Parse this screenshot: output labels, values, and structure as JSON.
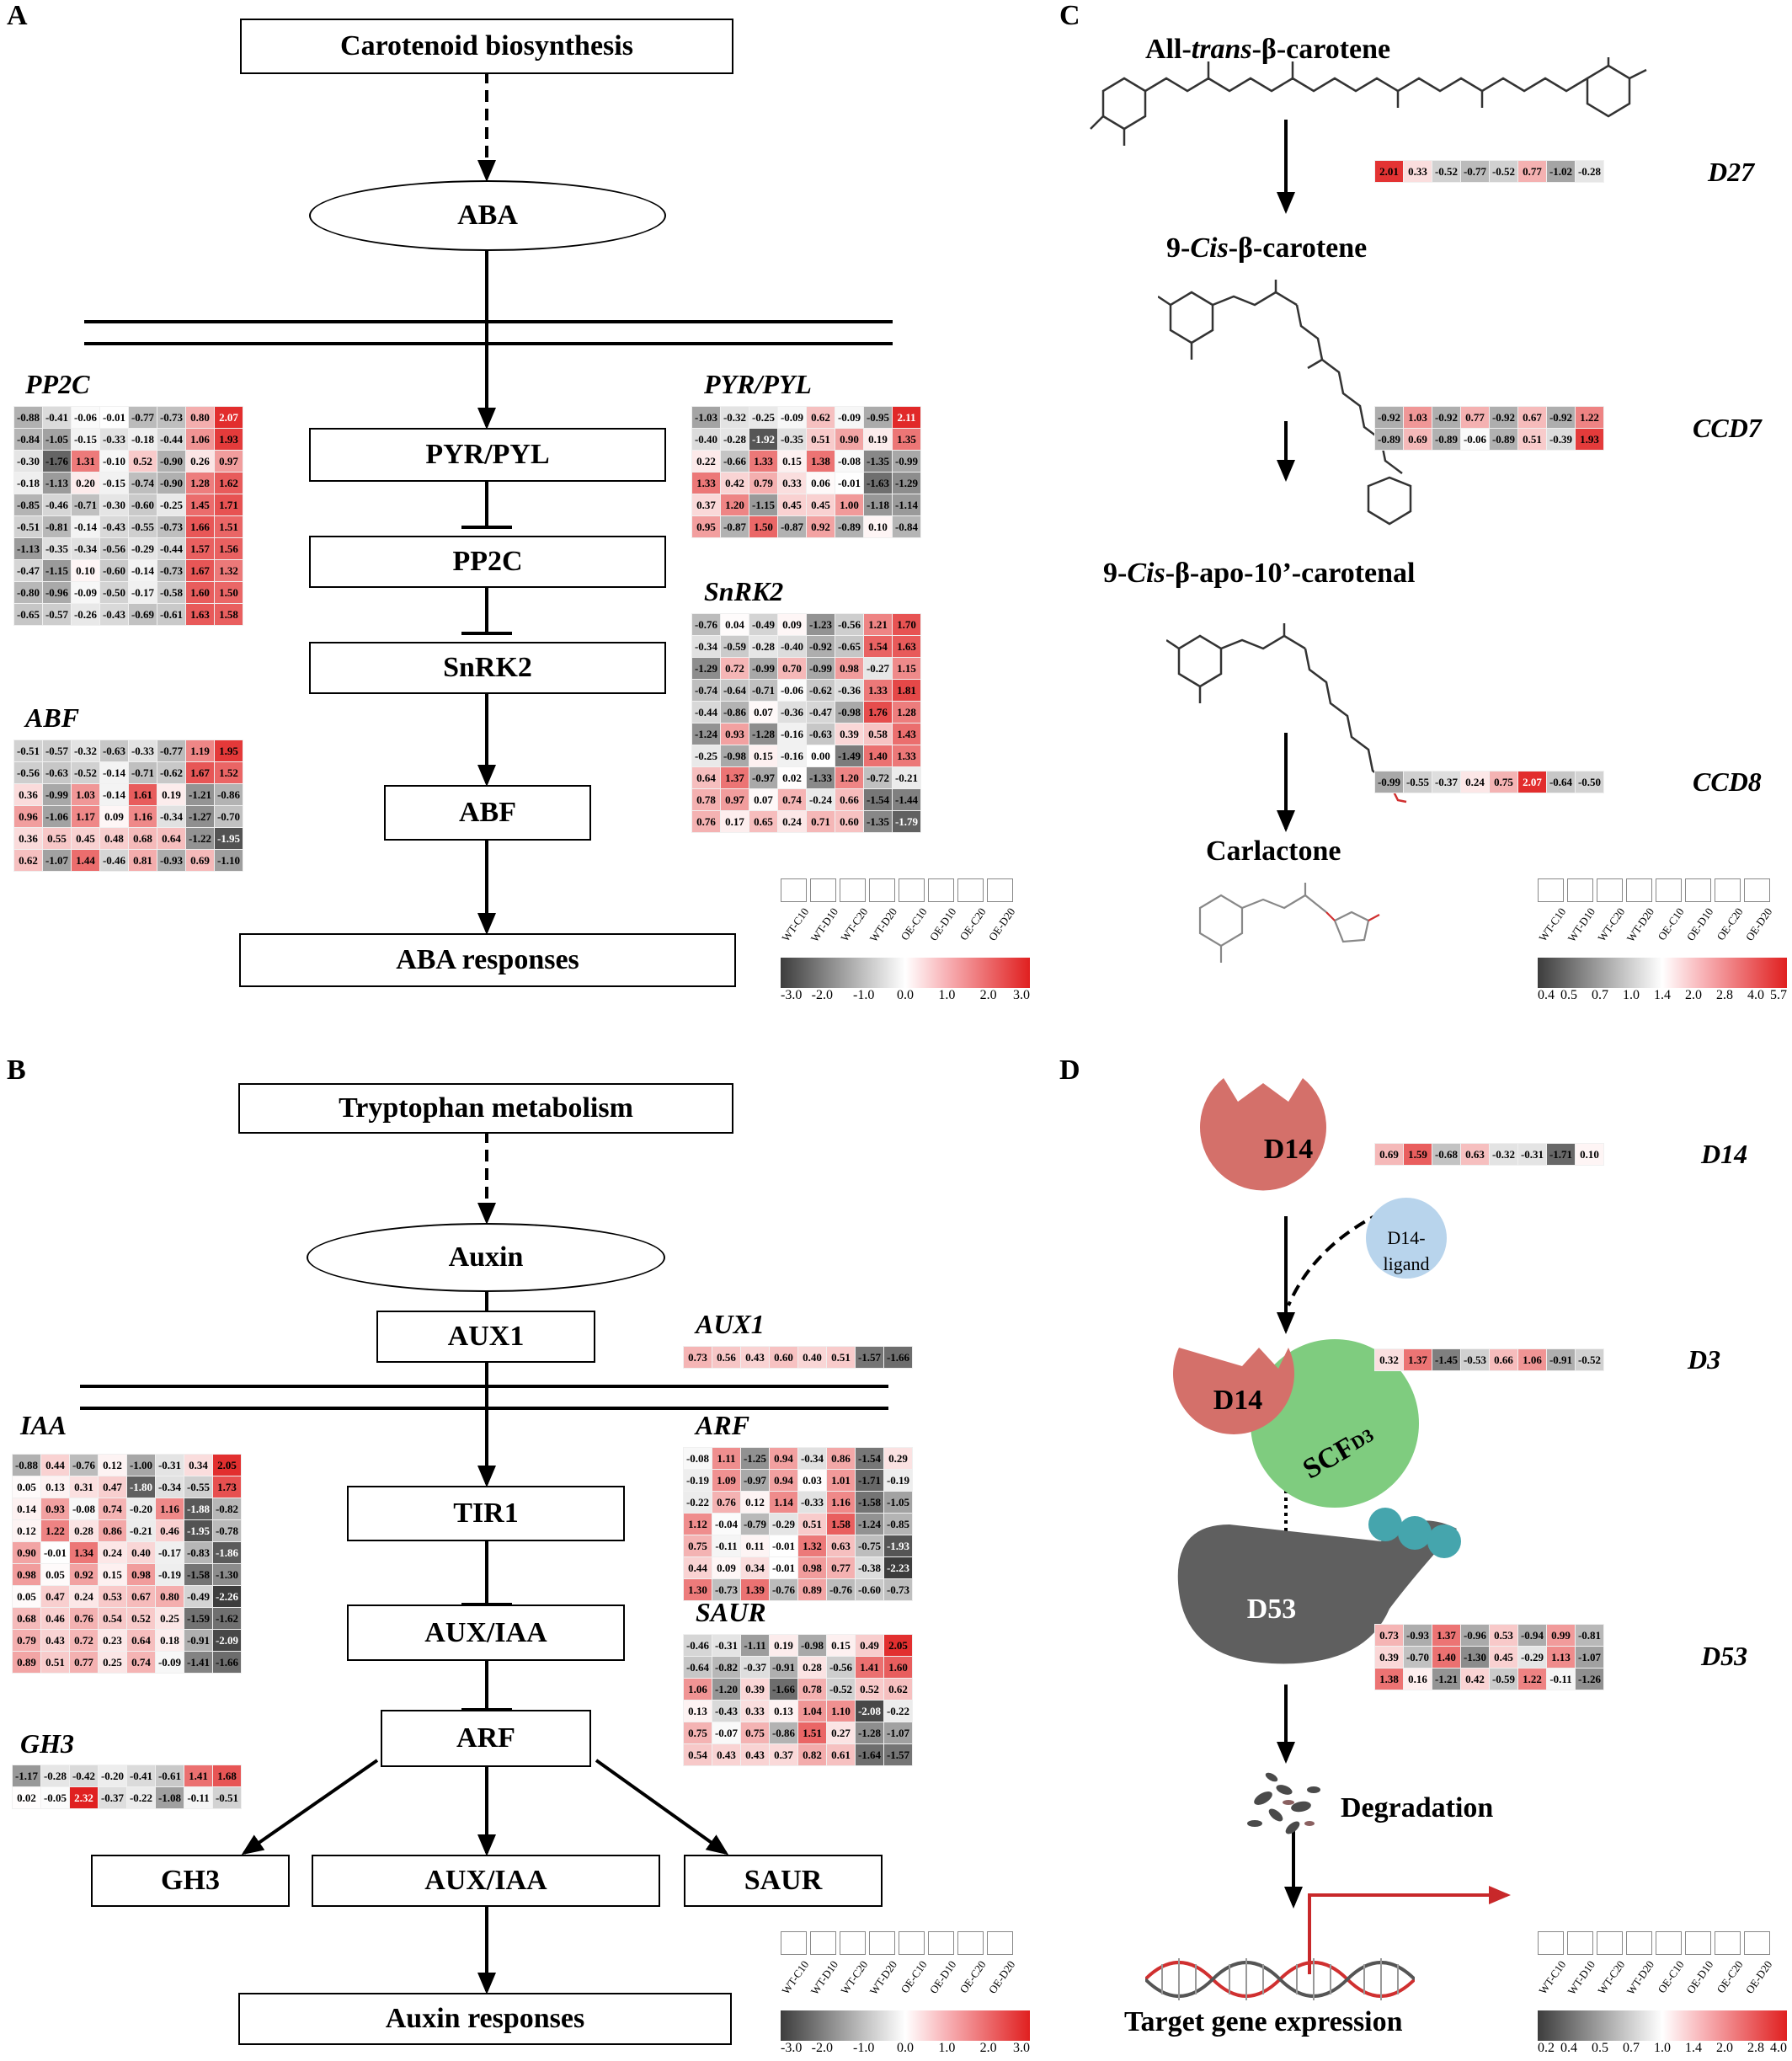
{
  "panels": {
    "A": {
      "label": "A",
      "top_box": "Carotenoid biosynthesis",
      "hormone": "ABA",
      "pathway_boxes": [
        "PYR/PYL",
        "PP2C",
        "SnRK2",
        "ABF"
      ],
      "response": "ABA responses",
      "heatmaps": {
        "PP2C": {
          "label": "PP2C",
          "rows": [
            [
              -0.88,
              -0.41,
              -0.06,
              -0.01,
              -0.77,
              -0.73,
              0.8,
              2.07
            ],
            [
              -0.84,
              -1.05,
              -0.15,
              -0.33,
              -0.18,
              -0.44,
              1.06,
              1.93
            ],
            [
              -0.3,
              -1.76,
              1.31,
              -0.1,
              0.52,
              -0.9,
              0.26,
              0.97
            ],
            [
              -0.18,
              -1.13,
              0.2,
              -0.15,
              -0.74,
              -0.9,
              1.28,
              1.62
            ],
            [
              -0.85,
              -0.46,
              -0.71,
              -0.3,
              -0.6,
              -0.25,
              1.45,
              1.71
            ],
            [
              -0.51,
              -0.81,
              -0.14,
              -0.43,
              -0.55,
              -0.73,
              1.66,
              1.51
            ],
            [
              -1.13,
              -0.35,
              -0.34,
              -0.56,
              -0.29,
              -0.44,
              1.57,
              1.56
            ],
            [
              -0.47,
              -1.15,
              0.1,
              -0.6,
              -0.14,
              -0.73,
              1.67,
              1.32
            ],
            [
              -0.8,
              -0.96,
              -0.09,
              -0.5,
              -0.17,
              -0.58,
              1.6,
              1.5
            ],
            [
              -0.65,
              -0.57,
              -0.26,
              -0.43,
              -0.69,
              -0.61,
              1.63,
              1.58
            ]
          ]
        },
        "ABF": {
          "label": "ABF",
          "rows": [
            [
              -0.51,
              -0.57,
              -0.32,
              -0.63,
              -0.33,
              -0.77,
              1.19,
              1.95
            ],
            [
              -0.56,
              -0.63,
              -0.52,
              -0.14,
              -0.71,
              -0.62,
              1.67,
              1.52
            ],
            [
              0.36,
              -0.99,
              1.03,
              -0.14,
              1.61,
              0.19,
              -1.21,
              -0.86
            ],
            [
              0.96,
              -1.06,
              1.17,
              0.09,
              1.16,
              -0.34,
              -1.27,
              -0.7
            ],
            [
              0.36,
              0.55,
              0.45,
              0.48,
              0.68,
              0.64,
              -1.22,
              -1.95
            ],
            [
              0.62,
              -1.07,
              1.44,
              -0.46,
              0.81,
              -0.93,
              0.69,
              -1.1
            ]
          ]
        },
        "PYR": {
          "label": "PYR/PYL",
          "rows": [
            [
              -1.03,
              -0.32,
              -0.25,
              -0.09,
              0.62,
              -0.09,
              -0.95,
              2.11
            ],
            [
              -0.4,
              -0.28,
              -1.92,
              -0.35,
              0.51,
              0.9,
              0.19,
              1.35
            ],
            [
              0.22,
              -0.66,
              1.33,
              0.15,
              1.38,
              -0.08,
              -1.35,
              -0.99
            ],
            [
              1.33,
              0.42,
              0.79,
              0.33,
              0.06,
              -0.01,
              -1.63,
              -1.29
            ],
            [
              0.37,
              1.2,
              -1.15,
              0.45,
              0.45,
              1.0,
              -1.18,
              -1.14
            ],
            [
              0.95,
              -0.87,
              1.5,
              -0.87,
              0.92,
              -0.89,
              0.1,
              -0.84
            ]
          ]
        },
        "SnRK2": {
          "label": "SnRK2",
          "rows": [
            [
              -0.76,
              0.04,
              -0.49,
              0.09,
              -1.23,
              -0.56,
              1.21,
              1.7
            ],
            [
              -0.34,
              -0.59,
              -0.28,
              -0.4,
              -0.92,
              -0.65,
              1.54,
              1.63
            ],
            [
              -1.29,
              0.72,
              -0.99,
              0.7,
              -0.99,
              0.98,
              -0.27,
              1.15
            ],
            [
              -0.74,
              -0.64,
              -0.71,
              -0.06,
              -0.62,
              -0.36,
              1.33,
              1.81
            ],
            [
              -0.44,
              -0.86,
              0.07,
              -0.36,
              -0.47,
              -0.98,
              1.76,
              1.28
            ],
            [
              -1.24,
              0.93,
              -1.28,
              -0.16,
              -0.63,
              0.39,
              0.58,
              1.43
            ],
            [
              -0.25,
              -0.98,
              0.15,
              -0.16,
              -0.0,
              -1.49,
              1.4,
              1.33
            ],
            [
              0.64,
              1.37,
              -0.97,
              0.02,
              -1.33,
              1.2,
              -0.72,
              -0.21
            ],
            [
              0.78,
              0.97,
              0.07,
              0.74,
              -0.24,
              0.66,
              -1.54,
              -1.44
            ],
            [
              0.76,
              0.17,
              0.65,
              0.24,
              0.71,
              0.6,
              -1.35,
              -1.79
            ]
          ]
        }
      },
      "legend": {
        "min": -3,
        "max": 3,
        "ticks": [
          "-3.0",
          "-2.0",
          "-1.0",
          "0.0",
          "1.0",
          "2.0",
          "3.0"
        ]
      }
    },
    "B": {
      "label": "B",
      "top_box": "Tryptophan metabolism",
      "hormone": "Auxin",
      "aux1_box": "AUX1",
      "pathway_boxes": [
        "TIR1",
        "AUX/IAA",
        "ARF"
      ],
      "outputs": [
        "GH3",
        "AUX/IAA",
        "SAUR"
      ],
      "response": "Auxin responses",
      "heatmaps": {
        "IAA": {
          "label": "IAA",
          "rows": [
            [
              -0.88,
              0.44,
              -0.76,
              0.12,
              -1.0,
              -0.31,
              0.34,
              2.05
            ],
            [
              0.05,
              0.13,
              0.31,
              0.47,
              -1.8,
              -0.34,
              -0.55,
              1.73
            ],
            [
              0.14,
              0.93,
              -0.08,
              0.74,
              -0.2,
              1.16,
              -1.88,
              -0.82
            ],
            [
              0.12,
              1.22,
              0.28,
              0.86,
              -0.21,
              0.46,
              -1.95,
              -0.78
            ],
            [
              0.9,
              -0.01,
              1.34,
              0.24,
              0.4,
              -0.17,
              -0.83,
              -1.86
            ],
            [
              0.98,
              0.05,
              0.92,
              0.15,
              0.98,
              -0.19,
              -1.58,
              -1.3
            ],
            [
              0.05,
              0.47,
              0.24,
              0.53,
              0.67,
              0.8,
              -0.49,
              -2.26
            ],
            [
              0.68,
              0.46,
              0.76,
              0.54,
              0.52,
              0.25,
              -1.59,
              -1.62
            ],
            [
              0.79,
              0.43,
              0.72,
              0.23,
              0.64,
              0.18,
              -0.91,
              -2.09
            ],
            [
              0.89,
              0.51,
              0.77,
              0.25,
              0.74,
              -0.09,
              -1.41,
              -1.66
            ]
          ]
        },
        "GH3": {
          "label": "GH3",
          "rows": [
            [
              -1.17,
              -0.28,
              -0.42,
              -0.2,
              -0.41,
              -0.61,
              1.41,
              1.68
            ],
            [
              0.02,
              -0.05,
              2.32,
              -0.37,
              -0.22,
              -1.08,
              -0.11,
              -0.51
            ]
          ]
        },
        "AUX1": {
          "label": "AUX1",
          "rows": [
            [
              0.73,
              0.56,
              0.43,
              0.6,
              0.4,
              0.51,
              -1.57,
              -1.66
            ]
          ]
        },
        "ARF": {
          "label": "ARF",
          "rows": [
            [
              -0.08,
              1.11,
              -1.25,
              0.94,
              -0.34,
              0.86,
              -1.54,
              0.29
            ],
            [
              -0.19,
              1.09,
              -0.97,
              0.94,
              0.03,
              1.01,
              -1.71,
              -0.19
            ],
            [
              -0.22,
              0.76,
              0.12,
              1.14,
              -0.33,
              1.16,
              -1.58,
              -1.05
            ],
            [
              1.12,
              -0.04,
              -0.79,
              -0.29,
              0.51,
              1.58,
              -1.24,
              -0.85
            ],
            [
              0.75,
              -0.11,
              0.11,
              -0.01,
              1.32,
              0.63,
              -0.75,
              -1.93
            ],
            [
              0.44,
              0.09,
              0.34,
              -0.01,
              0.98,
              0.77,
              -0.38,
              -2.23
            ],
            [
              1.3,
              -0.73,
              1.39,
              -0.76,
              0.89,
              -0.76,
              -0.6,
              -0.73
            ]
          ]
        },
        "SAUR": {
          "label": "SAUR",
          "rows": [
            [
              -0.46,
              -0.31,
              -1.11,
              0.19,
              -0.98,
              0.15,
              0.49,
              2.05
            ],
            [
              -0.64,
              -0.82,
              -0.37,
              -0.91,
              0.28,
              -0.56,
              1.41,
              1.6
            ],
            [
              1.06,
              -1.2,
              0.39,
              -1.66,
              0.78,
              -0.52,
              0.52,
              0.62
            ],
            [
              0.13,
              -0.43,
              0.33,
              0.13,
              1.04,
              1.1,
              -2.08,
              -0.22
            ],
            [
              0.75,
              -0.07,
              0.75,
              -0.86,
              1.51,
              0.27,
              -1.28,
              -1.07
            ],
            [
              0.54,
              0.43,
              0.43,
              0.37,
              0.82,
              0.61,
              -1.64,
              -1.57
            ]
          ]
        }
      },
      "legend": {
        "min": -3,
        "max": 3,
        "ticks": [
          "-3.0",
          "-2.0",
          "-1.0",
          "0.0",
          "1.0",
          "2.0",
          "3.0"
        ]
      }
    },
    "C": {
      "label": "C",
      "compounds": [
        "All-trans-β-carotene",
        "9-Cis-β-carotene",
        "9-Cis-β-apo-10’-carotenal",
        "Carlactone"
      ],
      "heatmaps": {
        "D27": {
          "label": "D27",
          "rows": [
            [
              2.01,
              0.33,
              -0.52,
              -0.77,
              -0.52,
              0.77,
              -1.02,
              -0.28
            ]
          ]
        },
        "CCD7": {
          "label": "CCD7",
          "rows": [
            [
              -0.92,
              1.03,
              -0.92,
              0.77,
              -0.92,
              0.67,
              -0.92,
              1.22
            ],
            [
              -0.89,
              0.69,
              -0.89,
              -0.06,
              -0.89,
              0.51,
              -0.39,
              1.93
            ]
          ]
        },
        "CCD8": {
          "label": "CCD8",
          "rows": [
            [
              -0.99,
              -0.55,
              -0.37,
              0.24,
              0.75,
              2.07,
              -0.64,
              -0.5
            ]
          ]
        }
      },
      "legend": {
        "min": 0.4,
        "max": 5.7,
        "ticks": [
          "0.4",
          "0.5",
          "0.7",
          "1.0",
          "1.4",
          "2.0",
          "2.8",
          "4.0",
          "5.7"
        ]
      }
    },
    "D": {
      "label": "D",
      "proteins": {
        "d14": "D14",
        "ligand_line1": "D14-",
        "ligand_line2": "ligand",
        "d14b": "D14",
        "scf": "SCF",
        "scf_sup": "D3",
        "d53": "D53"
      },
      "degradation": "Degradation",
      "target": "Target gene expression",
      "heatmaps": {
        "D14": {
          "label": "D14",
          "rows": [
            [
              0.69,
              1.59,
              -0.68,
              0.63,
              -0.32,
              -0.31,
              -1.71,
              0.1
            ]
          ]
        },
        "D3": {
          "label": "D3",
          "rows": [
            [
              0.32,
              1.37,
              -1.45,
              -0.53,
              0.66,
              1.06,
              -0.91,
              -0.52
            ]
          ]
        },
        "D53": {
          "label": "D53",
          "rows": [
            [
              0.73,
              -0.93,
              1.37,
              -0.96,
              0.53,
              -0.94,
              0.99,
              -0.81
            ],
            [
              0.39,
              -0.7,
              1.4,
              -1.3,
              0.45,
              -0.29,
              1.13,
              -1.07
            ],
            [
              1.38,
              0.16,
              -1.21,
              0.42,
              -0.59,
              1.22,
              -0.11,
              -1.26
            ]
          ]
        }
      },
      "legend": {
        "min": 0.2,
        "max": 4.0,
        "ticks": [
          "0.2",
          "0.4",
          "0.5",
          "0.7",
          "1.0",
          "1.4",
          "2.0",
          "2.8",
          "4.0"
        ]
      }
    }
  },
  "samples": [
    "WT-C10",
    "WT-D10",
    "WT-C20",
    "WT-D20",
    "OE-C10",
    "OE-D10",
    "OE-C20",
    "OE-D20"
  ],
  "colors": {
    "low": "#3d3d3d",
    "mid": "#ffffff",
    "high": "#e02020",
    "protein_red": "#d4706a",
    "scf_green": "#7fcc7f",
    "ligand_blue": "#b8d4ec",
    "d53_grey": "#5f5f5f",
    "teal": "#45a5ad"
  }
}
